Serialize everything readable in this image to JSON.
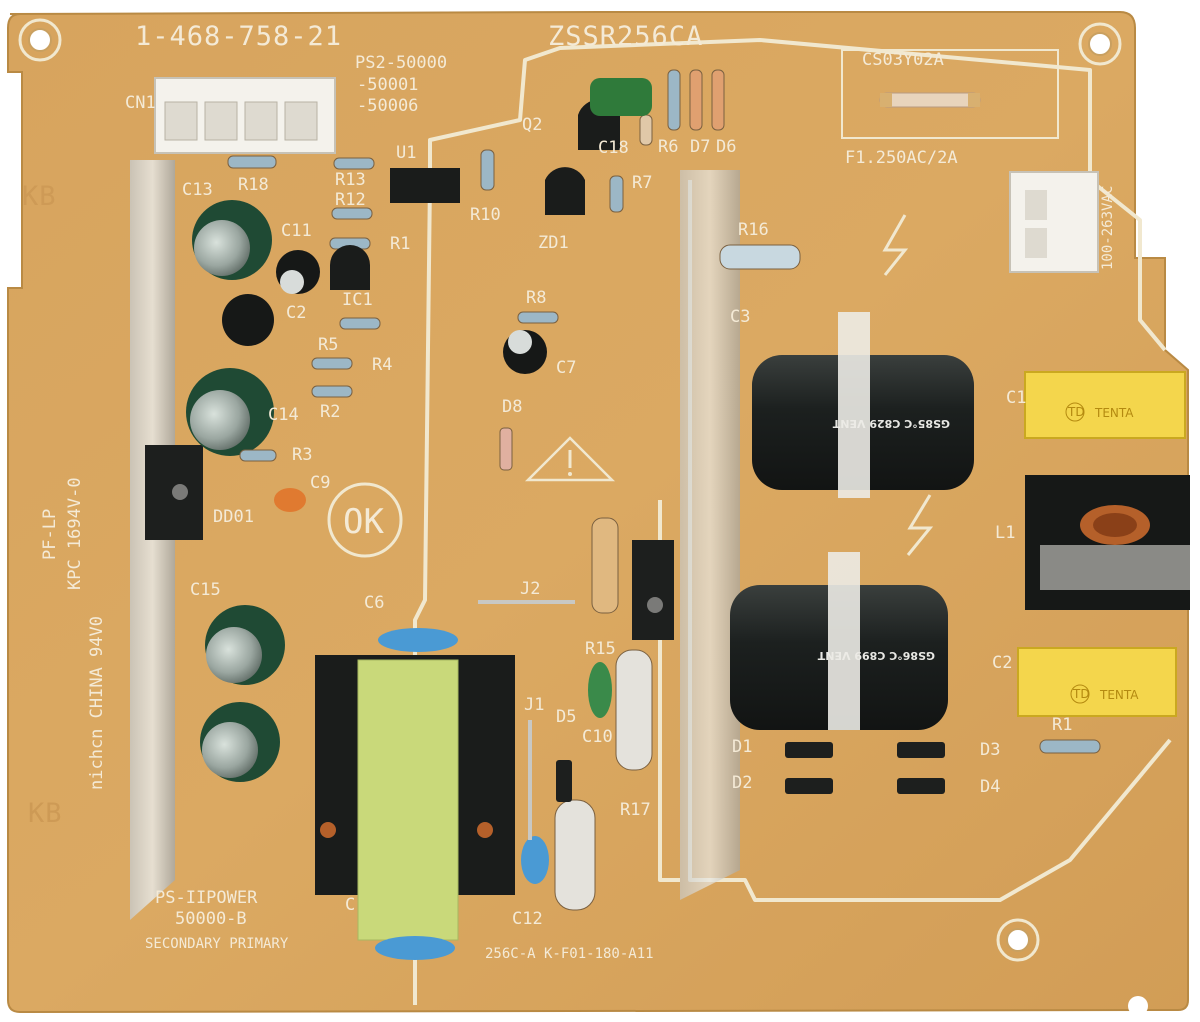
{
  "board": {
    "part_number": "1-468-758-21",
    "model": "ZSSR256CA",
    "ps2_variants": [
      "PS2-50000",
      "-50001",
      "-50006"
    ],
    "fuse_code": "CS03Y02A",
    "fuse_rating": "F1.250AC/2A",
    "voltage_range": "100-263VAC",
    "side_text_1": "PF-LP",
    "side_text_2": "KPC 1694V-0",
    "side_text_3": "nichcn CHINA 94V0",
    "ok_mark": "OK",
    "product_name": "PS-IIPOWER",
    "product_code": "50000-B",
    "section_labels": "SECONDARY PRIMARY",
    "bottom_code": "256C-A K-F01-180-A11",
    "kb_mark": "KB"
  },
  "designators": {
    "cn1": "CN1",
    "c13": "C13",
    "r18": "R18",
    "r13": "R13",
    "r12": "R12",
    "u1": "U1",
    "r10": "R10",
    "q2": "Q2",
    "c18": "C18",
    "r6": "R6",
    "d7": "D7",
    "d6": "D6",
    "r7": "R7",
    "zd1": "ZD1",
    "c11": "C11",
    "r1": "R1",
    "c2": "C2",
    "ic1": "IC1",
    "r8": "R8",
    "c7": "C7",
    "r5": "R5",
    "r4": "R4",
    "c14": "C14",
    "r2": "R2",
    "d8": "D8",
    "r3": "R3",
    "c9": "C9",
    "dd01": "DD01",
    "c15": "C15",
    "c6": "C6",
    "j2": "J2",
    "r15": "R15",
    "j1": "J1",
    "d5": "D5",
    "c10": "C10",
    "r17": "R17",
    "c12": "C12",
    "r16": "R16",
    "c3": "C3",
    "c1": "C1",
    "l1": "L1",
    "c2b": "C2",
    "r1b": "R1",
    "d1": "D1",
    "d2": "D2",
    "d3": "D3",
    "d4": "D4",
    "t1": "C"
  },
  "component_print": {
    "bulk_cap_text": "GS85°C C829 VENT",
    "bulk_cap_text_2": "GS86°C C899 VENT",
    "tenta_text": "TENTA",
    "tenta_logo": "TD"
  },
  "colors": {
    "pcb": "#d9a55c",
    "silkscreen": "#f4ead6",
    "copper_highlight": "#e8bd72",
    "capacitor_dark": "#1f2322",
    "electrolytic_green": "#1f4a34",
    "x_cap_yellow": "#f4d64c",
    "transformer_green": "#c9d97a"
  }
}
